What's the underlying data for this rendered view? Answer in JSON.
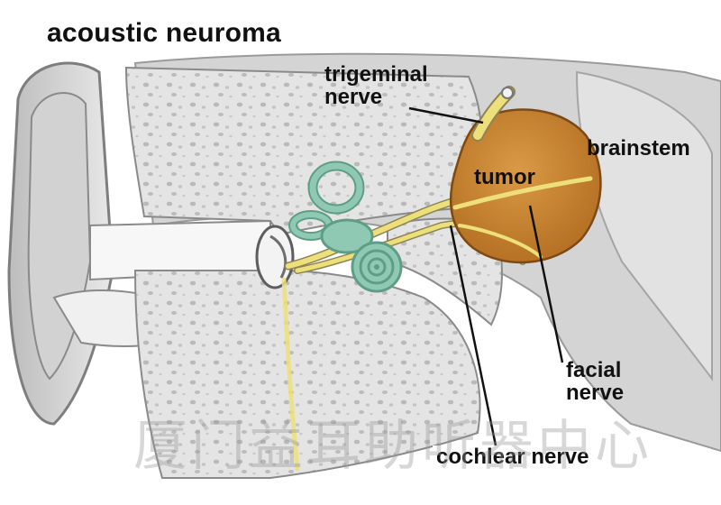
{
  "title": "acoustic neuroma",
  "labels": {
    "trigeminal": "trigeminal\nnerve",
    "brainstem": "brainstem",
    "tumor": "tumor",
    "facial": "facial\nnerve",
    "cochlear": "cochlear nerve"
  },
  "watermark": "厦门益耳助听器中心",
  "colors": {
    "tumor": "#c9802c",
    "nerve": "#ede07a",
    "inner_ear": "#8fc9b4",
    "bone": "#e6e6e6",
    "tissue": "#cfcfcf"
  }
}
